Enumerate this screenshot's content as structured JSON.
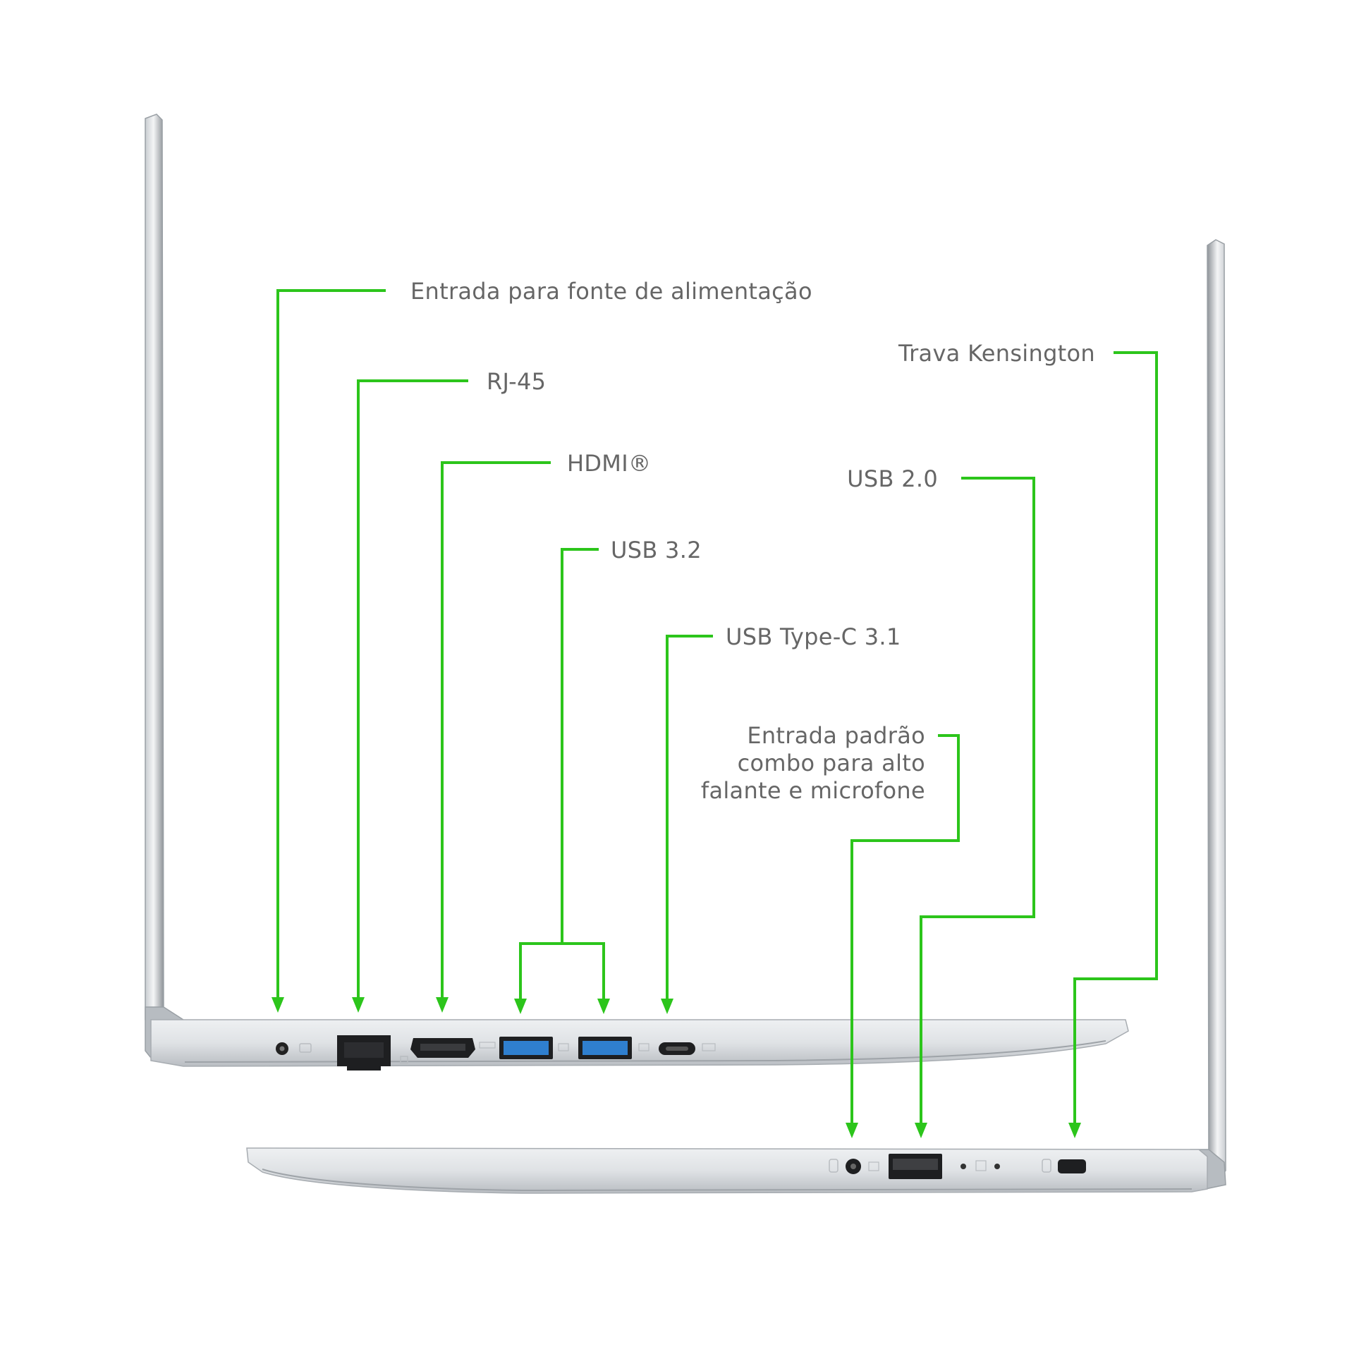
{
  "colors": {
    "leader": "#2cc51b",
    "label_text": "#666666",
    "chassis": "#d9dde1",
    "usb3_port": "#2f7fcf"
  },
  "callouts": {
    "power": "Entrada para fonte de alimentação",
    "rj45": "RJ-45",
    "hdmi": "HDMI®",
    "usb32": "USB 3.2",
    "usbc": "USB Type-C 3.1",
    "kensington": "Trava Kensington",
    "usb20": "USB 2.0",
    "audio": {
      "line1": "Entrada padrão",
      "line2": "combo para alto",
      "line3": "falante e microfone"
    }
  },
  "left_side_ports": [
    "power-jack-icon",
    "rj45-port-icon",
    "hdmi-port-icon",
    "usb3-port-icon",
    "usb3-port-icon",
    "usb-c-port-icon"
  ],
  "right_side_ports": [
    "audio-jack-icon",
    "usb2-port-icon",
    "status-led-icon",
    "kensington-slot-icon"
  ]
}
